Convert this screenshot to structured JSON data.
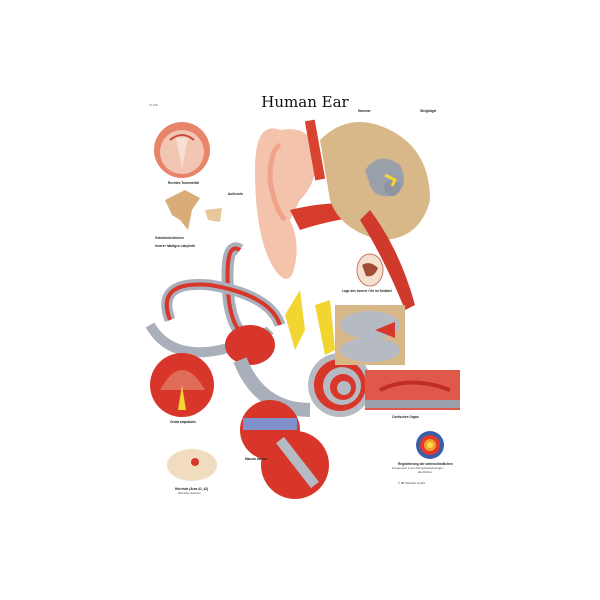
{
  "poster": {
    "title": "Human Ear",
    "code": "VI 160",
    "captions": {
      "eardrum": "Rechtes Trommelfell",
      "ossicles": "Gehörknöchelchen",
      "labyrinth": "Innerer häutiges Labyrinth",
      "outer_ear": "Außenohr",
      "skull": "Lage des innerer Ohr im Schädel",
      "crista": "Crista ampullaris",
      "macula": "Macula statica",
      "organ_corti": "Cortisches Organ",
      "brain": "Hörrinde (Area 41, 42)",
      "brain_sub": "Wernicke Zentrum",
      "tonotopy": "Registrierung der unterschiedlichen",
      "tonotopy_sub": "Frequenzen in den Schneckenwindungen",
      "tonotopy_sub2": "abschnitten",
      "malleus": "Hammer",
      "stapes": "Steigbügel",
      "publisher": "© 3B Scientific GmbH"
    },
    "colors": {
      "flesh": "#f2c6b0",
      "muscle_red": "#d8362a",
      "bone": "#d7b98a",
      "gray_labyrinth": "#9aa0aa",
      "nerve_yellow": "#f2d531"
    }
  }
}
